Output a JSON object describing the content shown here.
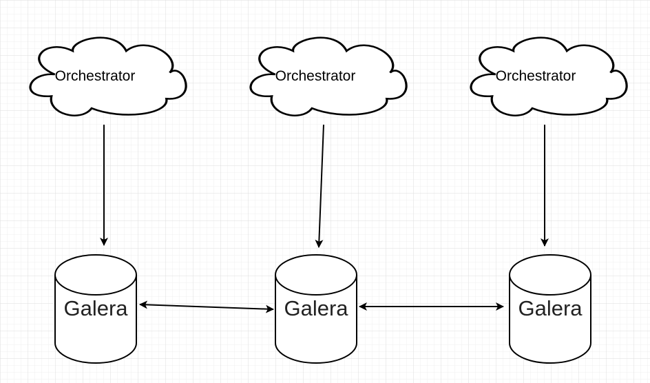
{
  "diagram": {
    "background": "#ffffff",
    "grid_color": "#e0e0e0",
    "line_color": "#000000",
    "orchestrators": [
      {
        "label": "Orchestrator"
      },
      {
        "label": "Orchestrator"
      },
      {
        "label": "Orchestrator"
      }
    ],
    "databases": [
      {
        "label": "Galera"
      },
      {
        "label": "Galera"
      },
      {
        "label": "Galera"
      }
    ],
    "edges": [
      {
        "from": "orchestrator-1",
        "to": "galera-1",
        "direction": "one-way"
      },
      {
        "from": "orchestrator-2",
        "to": "galera-2",
        "direction": "one-way"
      },
      {
        "from": "orchestrator-3",
        "to": "galera-3",
        "direction": "one-way"
      },
      {
        "from": "galera-1",
        "to": "galera-2",
        "direction": "two-way"
      },
      {
        "from": "galera-2",
        "to": "galera-3",
        "direction": "two-way"
      }
    ]
  }
}
